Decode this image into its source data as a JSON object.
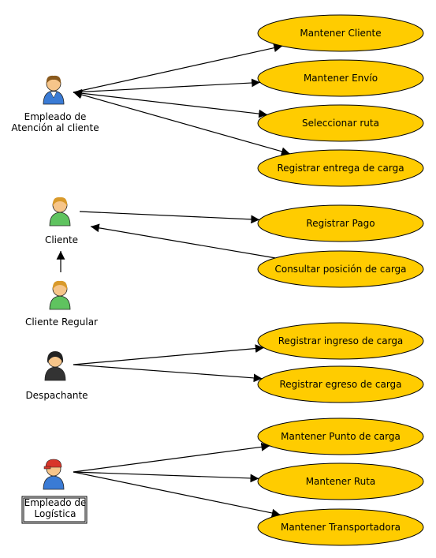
{
  "colors": {
    "usecase_fill": "#FFCC00",
    "usecase_stroke": "#000000",
    "line": "#000000",
    "actor_blue": "#3a7bd5",
    "actor_green": "#5fc35f",
    "actor_dark": "#333333",
    "skin": "#f6c58a",
    "hair_blond": "#d99a2b",
    "hair_brown": "#8a5a1e",
    "cap_red": "#d8362a"
  },
  "actors": [
    {
      "id": "empleado-atencion",
      "lines": [
        "Empleado de",
        "Atención al cliente"
      ],
      "icon": "person-blue-icon"
    },
    {
      "id": "cliente",
      "lines": [
        "Cliente"
      ],
      "icon": "person-green-icon"
    },
    {
      "id": "cliente-regular",
      "lines": [
        "Cliente Regular"
      ],
      "icon": "person-green-icon"
    },
    {
      "id": "despachante",
      "lines": [
        "Despachante"
      ],
      "icon": "person-dark-icon"
    },
    {
      "id": "empleado-logistica",
      "lines": [
        "Empleado de",
        "Logística"
      ],
      "icon": "person-redcap-icon",
      "boxed": true
    }
  ],
  "use_cases": [
    {
      "id": "uc1",
      "label": "Mantener Cliente"
    },
    {
      "id": "uc2",
      "label": "Mantener Envío"
    },
    {
      "id": "uc3",
      "label": "Seleccionar ruta"
    },
    {
      "id": "uc4",
      "label": "Registrar entrega de carga"
    },
    {
      "id": "uc5",
      "label": "Registrar Pago"
    },
    {
      "id": "uc6",
      "label": "Consultar posición de carga"
    },
    {
      "id": "uc7",
      "label": "Registrar ingreso de carga"
    },
    {
      "id": "uc8",
      "label": "Registrar egreso de carga"
    },
    {
      "id": "uc9",
      "label": "Mantener Punto de carga"
    },
    {
      "id": "uc10",
      "label": "Mantener Ruta"
    },
    {
      "id": "uc11",
      "label": "Mantener Transportadora"
    }
  ],
  "associations": [
    {
      "from": "empleado-atencion",
      "to": "uc1",
      "arrow": "to"
    },
    {
      "from": "empleado-atencion",
      "to": "uc2",
      "arrow": "to"
    },
    {
      "from": "empleado-atencion",
      "to": "uc3",
      "arrow": "both"
    },
    {
      "from": "empleado-atencion",
      "to": "uc4",
      "arrow": "both"
    },
    {
      "from": "cliente",
      "to": "uc5",
      "arrow": "to"
    },
    {
      "from": "uc6",
      "to": "cliente",
      "arrow": "to"
    },
    {
      "from": "cliente-regular",
      "to": "cliente",
      "arrow": "generalization"
    },
    {
      "from": "despachante",
      "to": "uc7",
      "arrow": "to"
    },
    {
      "from": "despachante",
      "to": "uc8",
      "arrow": "to"
    },
    {
      "from": "empleado-logistica",
      "to": "uc9",
      "arrow": "to"
    },
    {
      "from": "empleado-logistica",
      "to": "uc10",
      "arrow": "to"
    },
    {
      "from": "empleado-logistica",
      "to": "uc11",
      "arrow": "to"
    }
  ]
}
